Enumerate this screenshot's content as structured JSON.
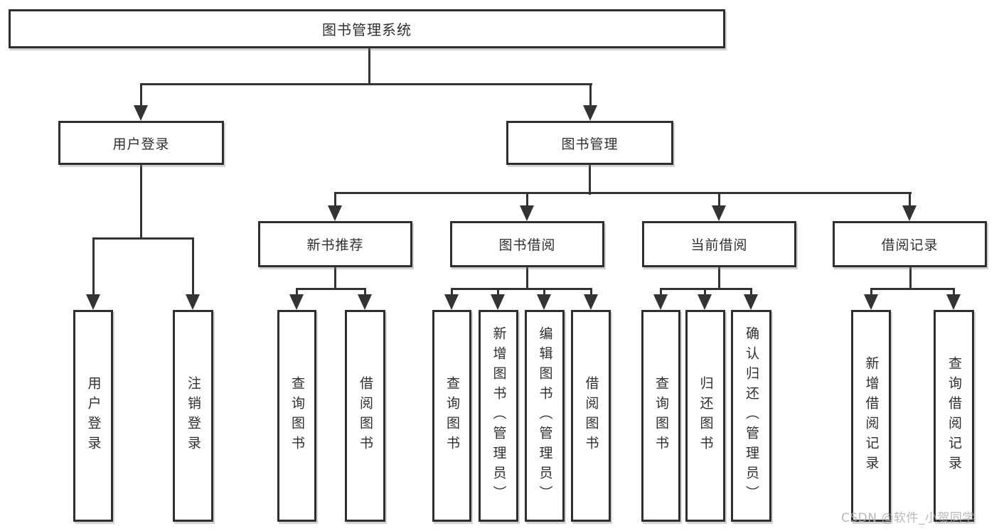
{
  "title": "图书管理系统",
  "watermark": "CSDN @软件_小贺同学",
  "colors": {
    "line": "#333333",
    "box_border": "#2f2f2f",
    "box_fill": "#ffffff",
    "text": "#2f2f2f",
    "watermark": "#acacb2"
  },
  "nodes": {
    "root": {
      "label": "图书管理系统"
    },
    "level2": [
      {
        "id": "user-login",
        "label": "用户登录",
        "parent": "图书管理系统"
      },
      {
        "id": "book-management",
        "label": "图书管理",
        "parent": "图书管理系统"
      }
    ],
    "level3": [
      {
        "id": "new-book-recommend",
        "label": "新书推荐",
        "parent": "图书管理"
      },
      {
        "id": "book-borrowing",
        "label": "图书借阅",
        "parent": "图书管理"
      },
      {
        "id": "current-borrowing",
        "label": "当前借阅",
        "parent": "图书管理"
      },
      {
        "id": "borrowing-records",
        "label": "借阅记录",
        "parent": "图书管理"
      }
    ],
    "leaves": [
      {
        "id": "leaf-user-login",
        "label": "用户登录",
        "parent": "用户登录"
      },
      {
        "id": "leaf-logout",
        "label": "注销登录",
        "parent": "用户登录"
      },
      {
        "id": "leaf-query-books-recommend",
        "label": "查询图书",
        "parent": "新书推荐"
      },
      {
        "id": "leaf-borrow-books-recommend",
        "label": "借阅图书",
        "parent": "新书推荐"
      },
      {
        "id": "leaf-query-books-borrowing",
        "label": "查询图书",
        "parent": "图书借阅"
      },
      {
        "id": "leaf-add-books-admin",
        "label": "新增图书（管理员）",
        "parent": "图书借阅"
      },
      {
        "id": "leaf-edit-books-admin",
        "label": "编辑图书（管理员）",
        "parent": "图书借阅"
      },
      {
        "id": "leaf-borrow-books",
        "label": "借阅图书",
        "parent": "图书借阅"
      },
      {
        "id": "leaf-query-books-current",
        "label": "查询图书",
        "parent": "当前借阅"
      },
      {
        "id": "leaf-return-books",
        "label": "归还图书",
        "parent": "当前借阅"
      },
      {
        "id": "leaf-confirm-return-admin",
        "label": "确认归还（管理员）",
        "parent": "当前借阅"
      },
      {
        "id": "leaf-add-borrow-record",
        "label": "新增借阅记录",
        "parent": "借阅记录"
      },
      {
        "id": "leaf-query-borrow-record",
        "label": "查询借阅记录",
        "parent": "借阅记录"
      }
    ]
  }
}
